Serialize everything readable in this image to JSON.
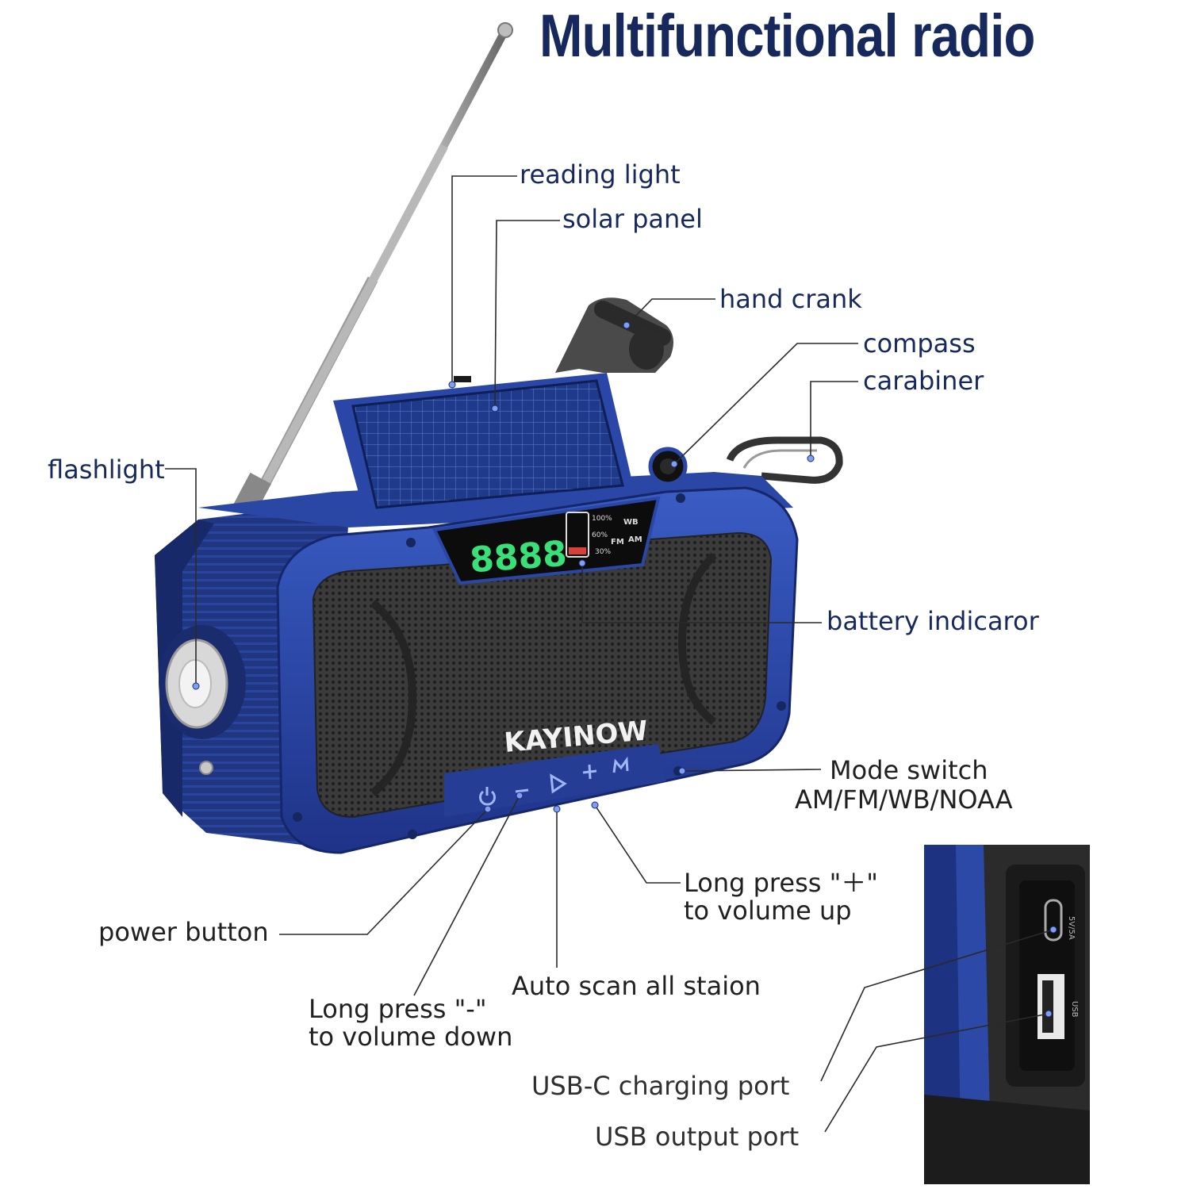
{
  "title": "Multifunctional radio",
  "brand": "KAYINOW",
  "display": {
    "digits": "8888",
    "battery_levels": [
      "100%",
      "60%",
      "30%"
    ],
    "bands": [
      "WB",
      "FM",
      "AM"
    ]
  },
  "port_markings": {
    "usb_c": "5V/5A",
    "usb": "USB"
  },
  "callouts": {
    "reading_light": "reading light",
    "solar_panel": "solar panel",
    "hand_crank": "hand crank",
    "compass": "compass",
    "carabiner": "carabiner",
    "flashlight": "flashlight",
    "battery_indicator": "battery indicaror",
    "mode_switch_line1": "Mode switch",
    "mode_switch_line2": "AM/FM/WB/NOAA",
    "volume_up_line1": "Long press \"＋\"",
    "volume_up_line2": "to volume up",
    "power_button": "power button",
    "auto_scan": "Auto scan all staion",
    "volume_down_line1": "Long press \"-\"",
    "volume_down_line2": "to volume down",
    "usb_c_port": "USB-C charging port",
    "usb_output_port": "USB output port"
  },
  "colors": {
    "title": "#16285c",
    "label": "#16285c",
    "body_blue": "#2f4fb4",
    "body_dark": "#1c2f72",
    "grille": "#3a3a3a",
    "lcd_digits": "#39e07a"
  }
}
